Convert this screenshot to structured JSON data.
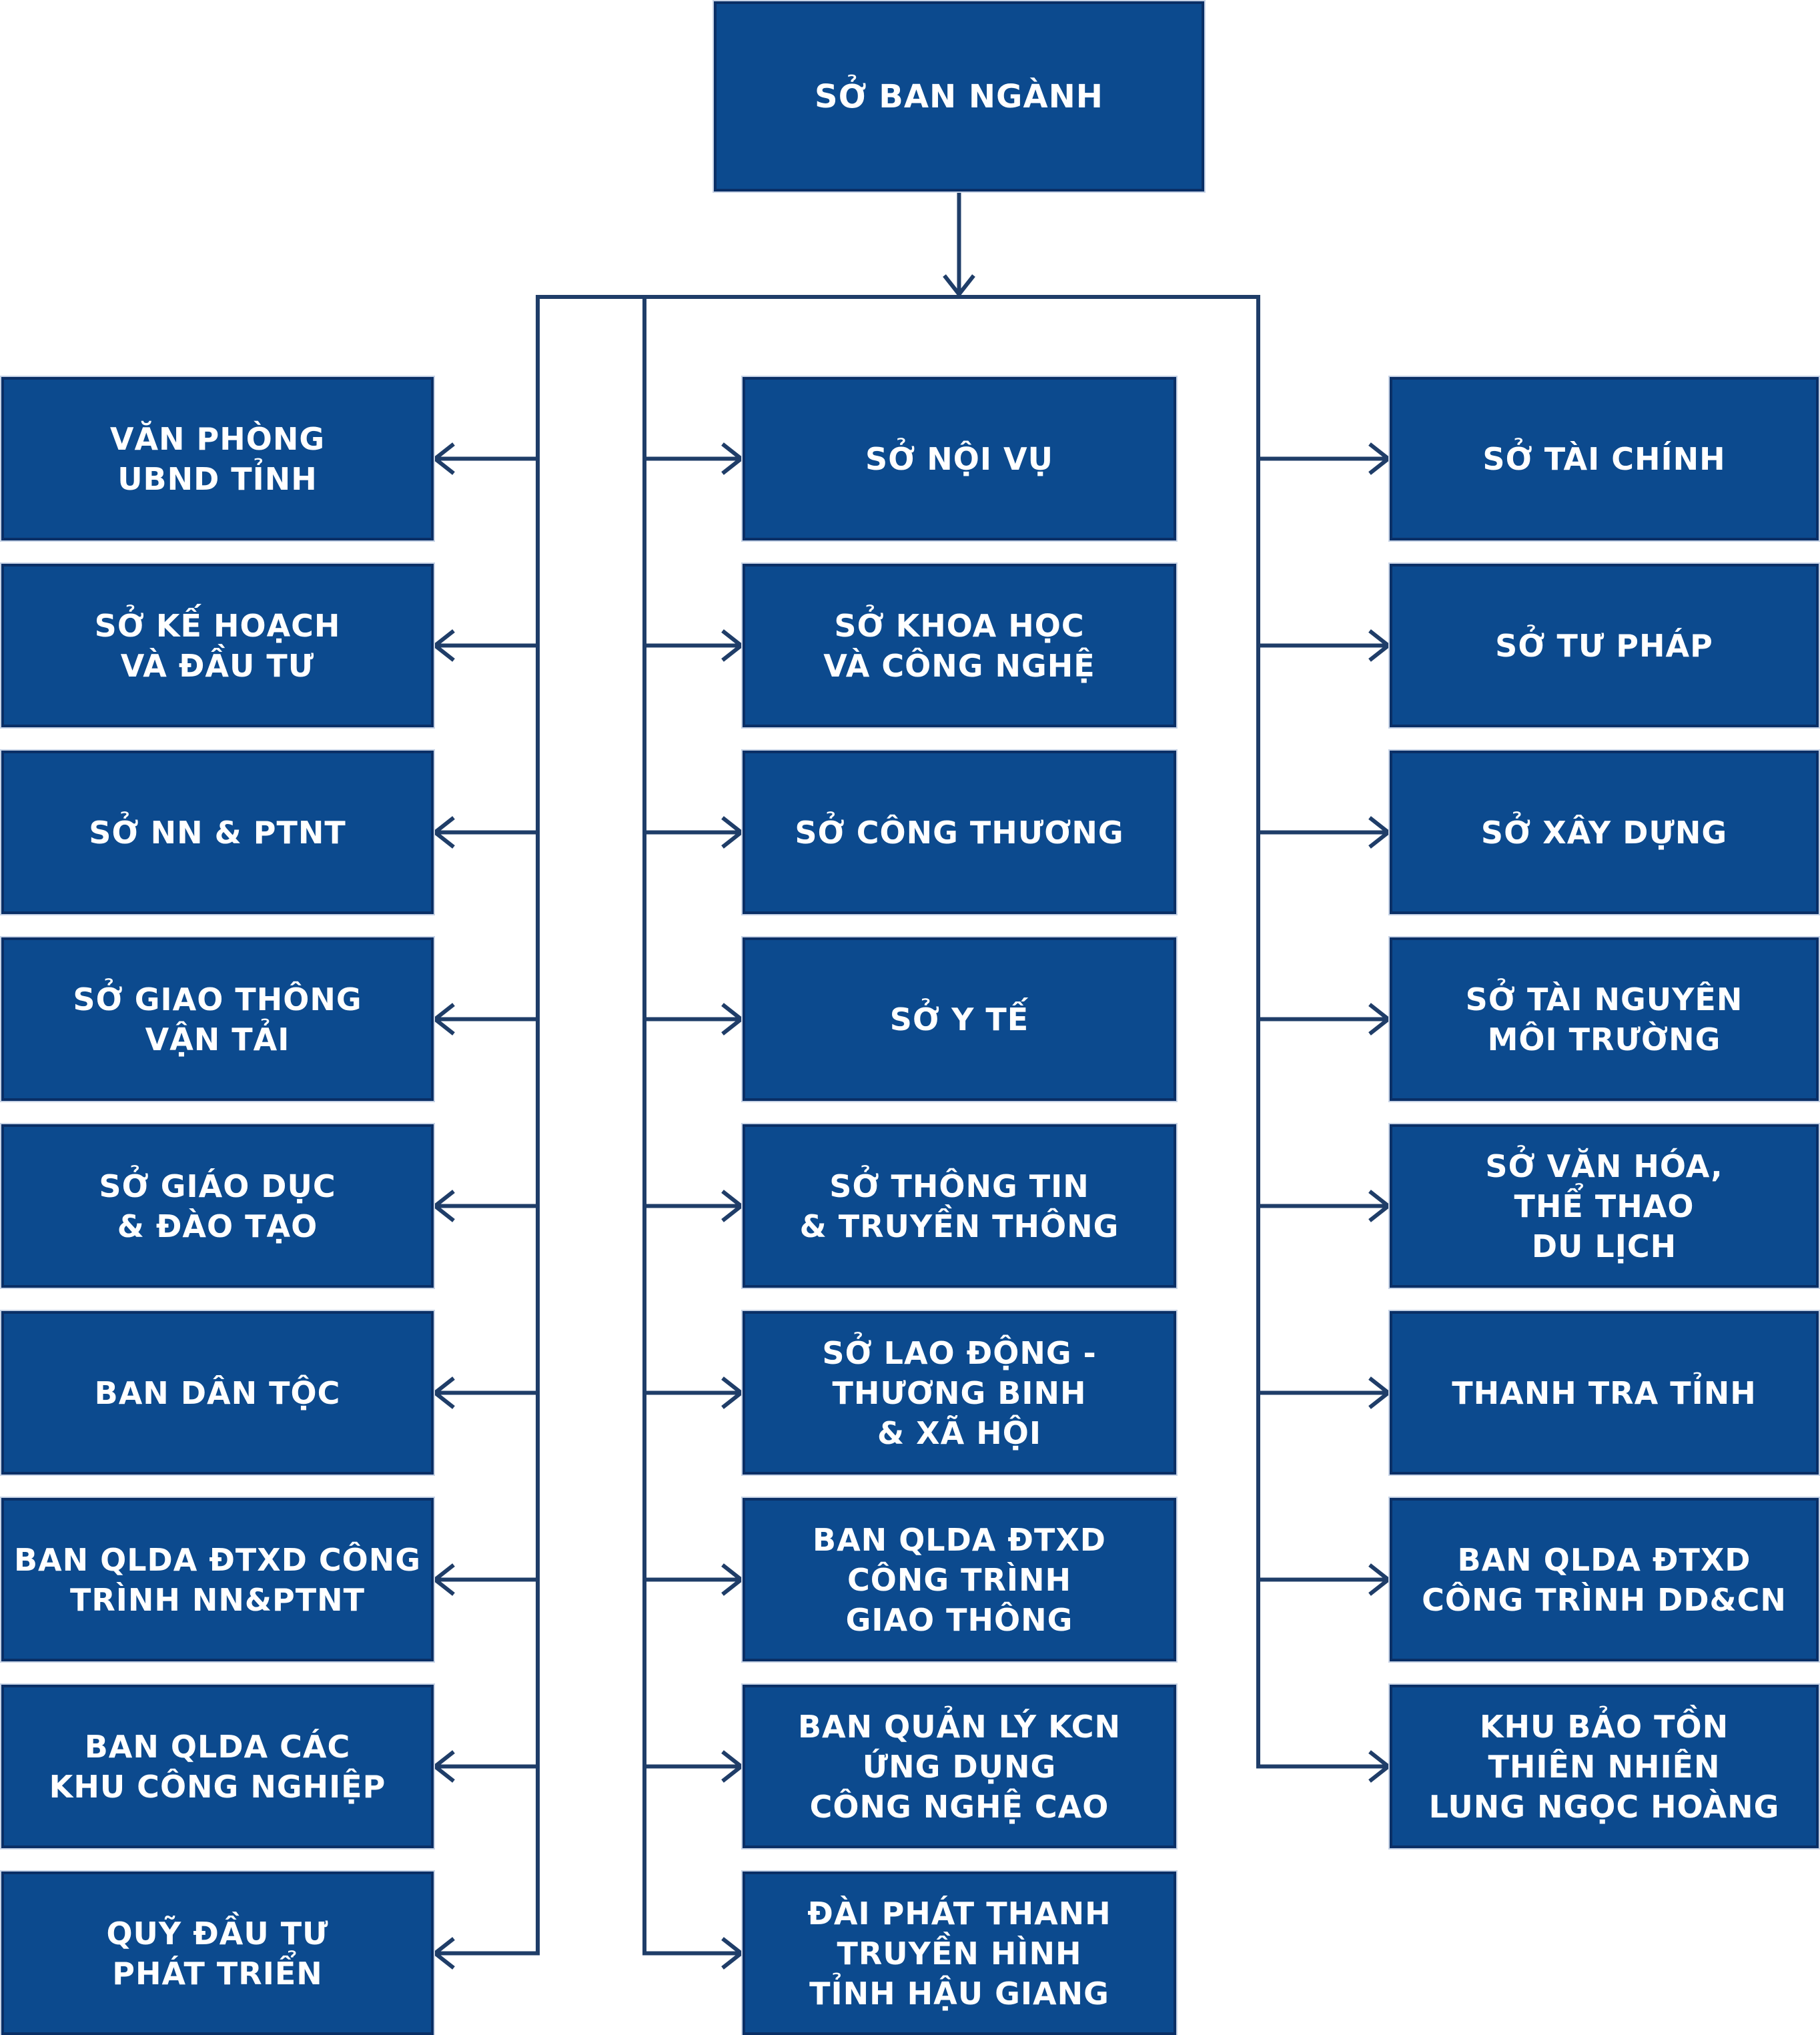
{
  "colors": {
    "box": "#0c4a8e",
    "connector": "#1f3d68"
  },
  "root": {
    "lines": [
      "SỞ BAN NGÀNH"
    ]
  },
  "left": [
    {
      "lines": [
        "VĂN PHÒNG",
        "UBND TỈNH"
      ]
    },
    {
      "lines": [
        "SỞ KẾ HOẠCH",
        "VÀ ĐẦU TƯ"
      ]
    },
    {
      "lines": [
        "SỞ NN & PTNT"
      ]
    },
    {
      "lines": [
        "SỞ GIAO THÔNG",
        "VẬN TẢI"
      ]
    },
    {
      "lines": [
        "SỞ GIÁO DỤC",
        "& ĐÀO TẠO"
      ]
    },
    {
      "lines": [
        "BAN DÂN TỘC"
      ]
    },
    {
      "lines": [
        "BAN QLDA ĐTXD CÔNG",
        "TRÌNH NN&PTNT"
      ]
    },
    {
      "lines": [
        "BAN QLDA CÁC",
        "KHU CÔNG NGHIỆP"
      ]
    },
    {
      "lines": [
        "QUỸ ĐẦU TƯ",
        "PHÁT TRIỂN"
      ]
    }
  ],
  "middle": [
    {
      "lines": [
        "SỞ NỘI VỤ"
      ]
    },
    {
      "lines": [
        "SỞ KHOA HỌC",
        "VÀ CÔNG NGHỆ"
      ]
    },
    {
      "lines": [
        "SỞ CÔNG THƯƠNG"
      ]
    },
    {
      "lines": [
        "SỞ Y TẾ"
      ]
    },
    {
      "lines": [
        "SỞ THÔNG TIN",
        "& TRUYỀN THÔNG"
      ]
    },
    {
      "lines": [
        "SỞ LAO ĐỘNG -",
        "THƯƠNG BINH",
        "& XÃ HỘI"
      ]
    },
    {
      "lines": [
        "BAN QLDA ĐTXD",
        "CÔNG TRÌNH",
        "GIAO THÔNG"
      ]
    },
    {
      "lines": [
        "BAN QUẢN LÝ KCN",
        "ỨNG DỤNG",
        "CÔNG NGHỆ CAO"
      ]
    },
    {
      "lines": [
        "ĐÀI PHÁT THANH",
        "TRUYỀN HÌNH",
        "TỈNH HẬU GIANG"
      ]
    }
  ],
  "right": [
    {
      "lines": [
        "SỞ TÀI CHÍNH"
      ]
    },
    {
      "lines": [
        "SỞ TƯ PHÁP"
      ]
    },
    {
      "lines": [
        "SỞ XÂY DỰNG"
      ]
    },
    {
      "lines": [
        "SỞ TÀI NGUYÊN",
        "MÔI TRƯỜNG"
      ]
    },
    {
      "lines": [
        "SỞ VĂN HÓA,",
        "THỂ THAO",
        "DU LỊCH"
      ]
    },
    {
      "lines": [
        "THANH TRA TỈNH"
      ]
    },
    {
      "lines": [
        "BAN QLDA ĐTXD",
        "CÔNG TRÌNH DD&CN"
      ]
    },
    {
      "lines": [
        "KHU BẢO TỒN",
        "THIÊN NHIÊN",
        "LUNG NGỌC HOÀNG"
      ]
    }
  ]
}
